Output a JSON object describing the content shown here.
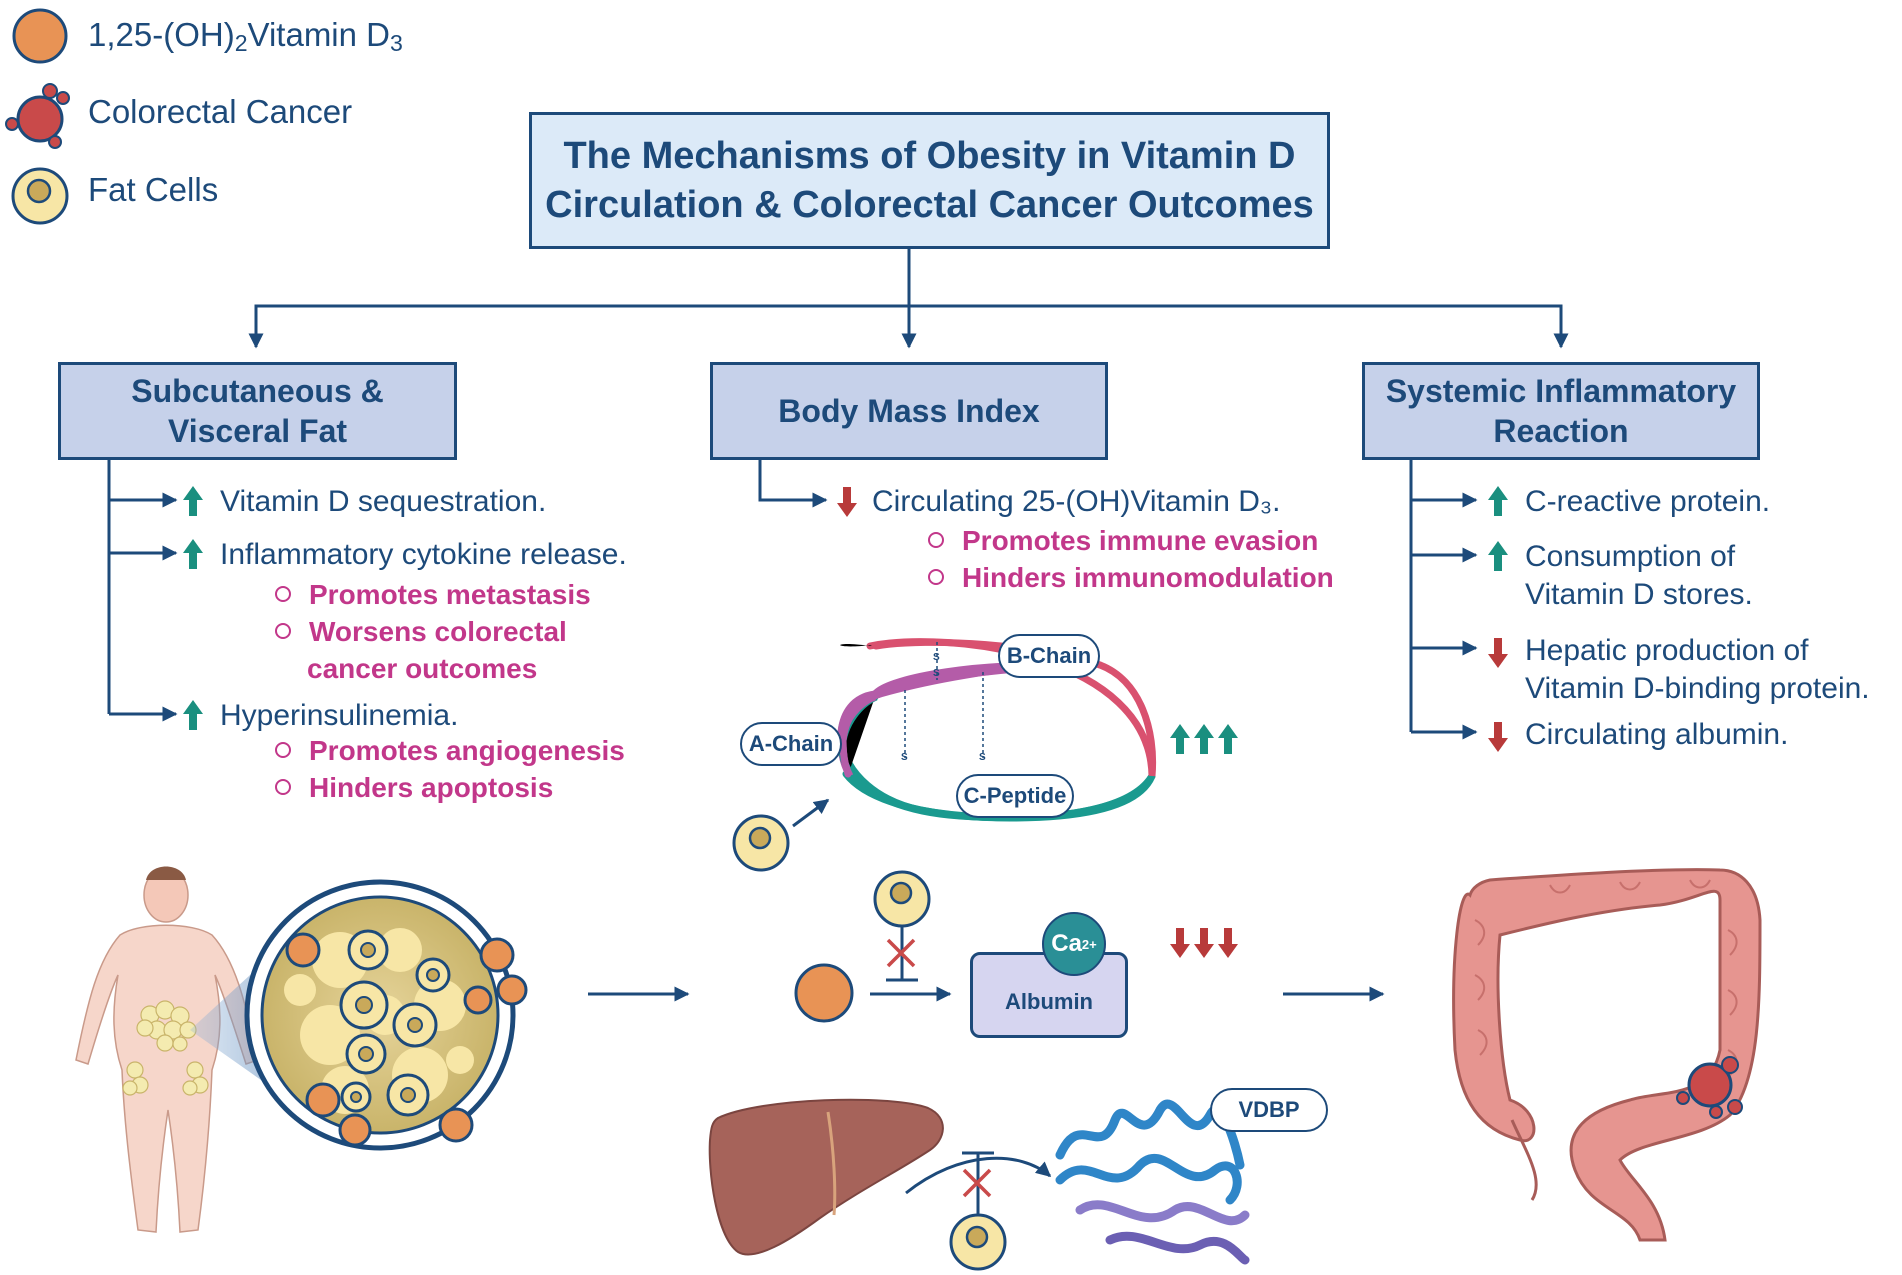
{
  "legend": {
    "vitd_label_pre": "1,25-(OH)",
    "vitd_label_sub": "2",
    "vitd_label_post": "Vitamin D",
    "vitd_label_end": "3",
    "crc_label": "Colorectal Cancer",
    "fat_label": "Fat Cells"
  },
  "title": {
    "line1": "The Mechanisms of Obesity in Vitamin D",
    "line2": "Circulation & Colorectal Cancer Outcomes"
  },
  "categories": {
    "fat": {
      "line1": "Subcutaneous &",
      "line2": "Visceral Fat"
    },
    "bmi": {
      "line1": "Body Mass Index"
    },
    "sir": {
      "line1": "Systemic Inflammatory",
      "line2": "Reaction"
    }
  },
  "fat_items": {
    "item1": "Vitamin D sequestration.",
    "item2": "Inflammatory cytokine release.",
    "item2_sub1": "Promotes metastasis",
    "item2_sub2a": "Worsens colorectal",
    "item2_sub2b": "cancer outcomes",
    "item3": "Hyperinsulinemia.",
    "item3_sub1": "Promotes angiogenesis",
    "item3_sub2": "Hinders apoptosis"
  },
  "bmi_items": {
    "item1_pre": "Circulating 25-(OH)Vitamin D",
    "item1_post": "₃.",
    "sub1": "Promotes immune evasion",
    "sub2": "Hinders immunomodulation"
  },
  "sir_items": {
    "item1": "C-reactive protein.",
    "item2a": "Consumption of",
    "item2b": "Vitamin D stores.",
    "item3a": "Hepatic production of",
    "item3b": "Vitamin D-binding protein.",
    "item4": "Circulating albumin."
  },
  "labels": {
    "b_chain": "B-Chain",
    "a_chain": "A-Chain",
    "c_peptide": "C-Peptide",
    "ss": "S-S",
    "albumin": "Albumin",
    "ca": "Ca",
    "ca_sup": "2+",
    "vdbp": "VDBP"
  },
  "colors": {
    "navy": "#1d4a7a",
    "magenta": "#c2378a",
    "up_arrow": "#1a8f7f",
    "down_arrow": "#b83a3a",
    "vitd": "#e89355",
    "fat_cell": "#f7e6a6",
    "crc": "#c94a4a"
  },
  "icons": [
    "vitamin-d-molecule-icon",
    "colorectal-cancer-cell-icon",
    "fat-cell-icon",
    "up-arrow-icon",
    "down-arrow-icon",
    "human-figure-icon",
    "adipose-tissue-icon",
    "insulin-molecule-icon",
    "albumin-icon",
    "liver-icon",
    "vdbp-protein-icon",
    "colon-icon",
    "inhibition-icon"
  ]
}
